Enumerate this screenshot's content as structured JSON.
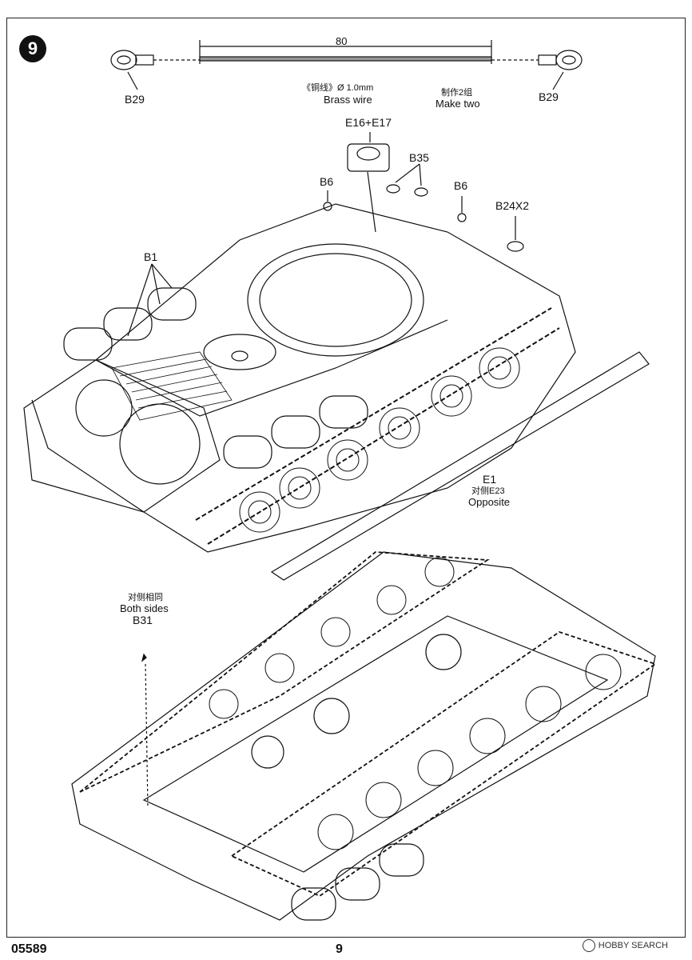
{
  "step": {
    "number": "9"
  },
  "wire": {
    "length": "80",
    "material_cn": "《铜线》Ø 1.0mm",
    "material_en": "Brass wire",
    "qty_cn": "制作2组",
    "qty_en": "Make two",
    "end_left": "B29",
    "end_right": "B29"
  },
  "parts": {
    "e16_e17": "E16+E17",
    "b35": "B35",
    "b6_left": "B6",
    "b6_right": "B6",
    "b24": "B24X2",
    "b1": "B1",
    "e1": "E1",
    "e1_note_cn": "对侧E23",
    "e1_note_en": "Opposite",
    "b31_note_cn": "对侧相同",
    "b31_note_en": "Both sides",
    "b31": "B31"
  },
  "footer": {
    "code": "05589",
    "page": "9",
    "watermark": "HOBBY SEARCH"
  }
}
